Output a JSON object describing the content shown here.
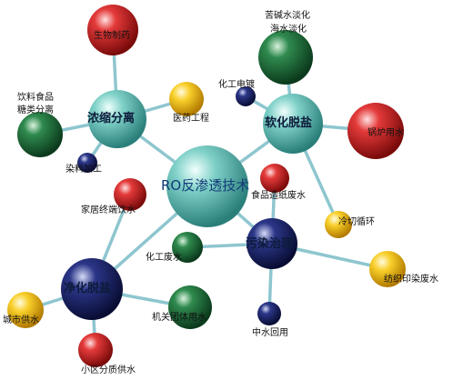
{
  "diagram": {
    "center": "RO反渗透技术",
    "hubs": {
      "concentrate": "浓缩分离",
      "soften": "软化脱盐",
      "pollution": "污染治理",
      "purify": "净化脱盐"
    },
    "leaves": {
      "bio_pharma": "生物制药",
      "food_sugar": [
        "饮料食品",
        "糖类分离"
      ],
      "medicine_eng": "医药工程",
      "dye_processing": "染料加工",
      "chem_plating": "化工电镀",
      "desal": [
        "苦碱水淡化",
        "海水淡化"
      ],
      "boiler": "锅炉用水",
      "paper": "食品造纸废水",
      "cooling": "冷切循环",
      "home_drink": "家居终端饮水",
      "chem_waste": "化工废水",
      "textile": "纺织印染废水",
      "reuse": "中水回用",
      "city": "城市供水",
      "institution": "机关团体用水",
      "community": "小区分质供水"
    }
  },
  "colors": {
    "red": "#d42020",
    "green": "#1f6e3c",
    "teal": "#5fbfb6",
    "navy": "#1b2566",
    "yellow": "#f4c21a",
    "line": "#8ec6cf"
  }
}
